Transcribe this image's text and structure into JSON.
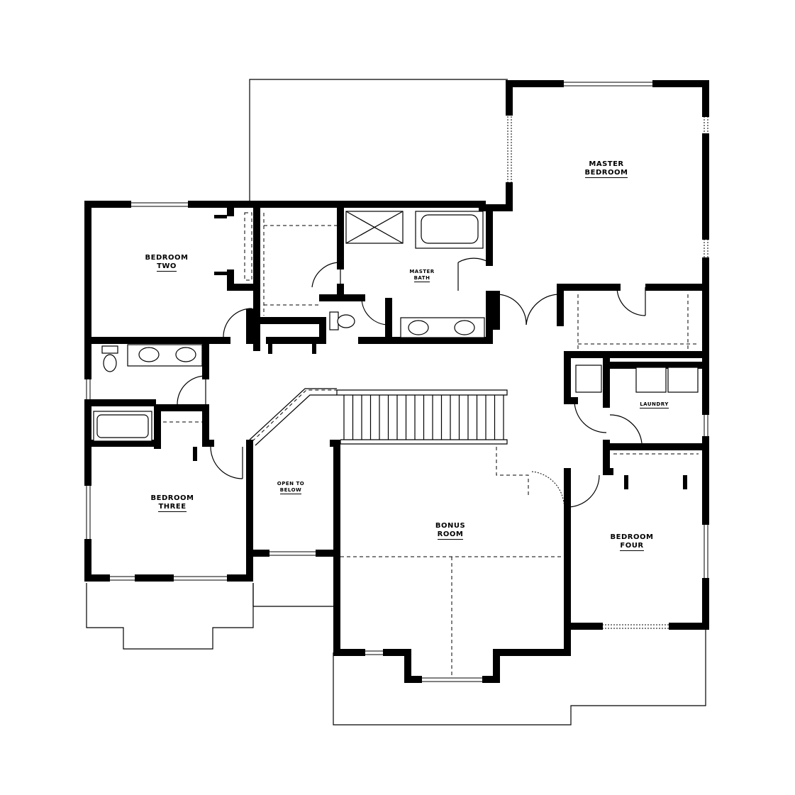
{
  "rooms": {
    "master_bedroom": {
      "line1": "Master",
      "line2": "Bedroom"
    },
    "bedroom_two": {
      "line1": "Bedroom",
      "line2": "Two"
    },
    "master_bath": {
      "line1": "Master",
      "line2": "Bath"
    },
    "laundry": {
      "line1": "Laundry"
    },
    "bedroom_three": {
      "line1": "Bedroom",
      "line2": "Three"
    },
    "open_to_below": {
      "line1": "Open To",
      "line2": "Below"
    },
    "bonus_room": {
      "line1": "Bonus",
      "line2": "Room"
    },
    "bedroom_four": {
      "line1": "Bedroom",
      "line2": "Four"
    }
  }
}
